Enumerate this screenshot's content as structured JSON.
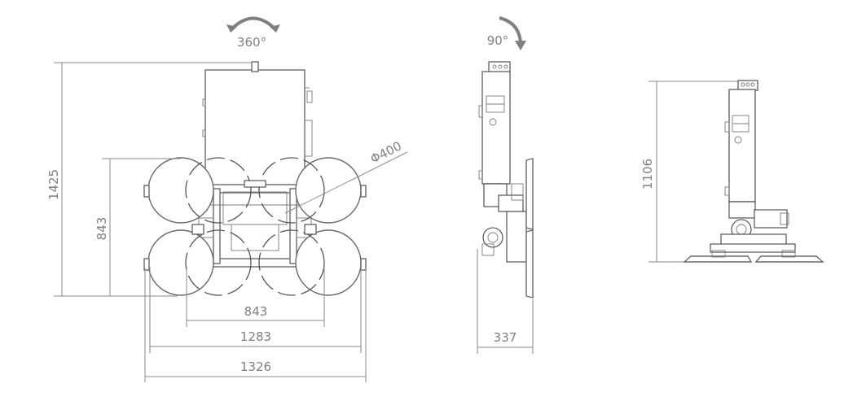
{
  "rotation_labels": {
    "front": "360°",
    "side": "90°"
  },
  "dimensions": {
    "total_height": "1425",
    "pad_spacing_vertical": "843",
    "pad_spacing_horizontal": "843",
    "inner_width": "1283",
    "overall_width": "1326",
    "pad_diameter": "Φ400",
    "side_depth": "337",
    "side_height": "1106"
  },
  "colors": {
    "line": "#8a8a8a",
    "text": "#808080",
    "outline": "#6a6a6a"
  }
}
